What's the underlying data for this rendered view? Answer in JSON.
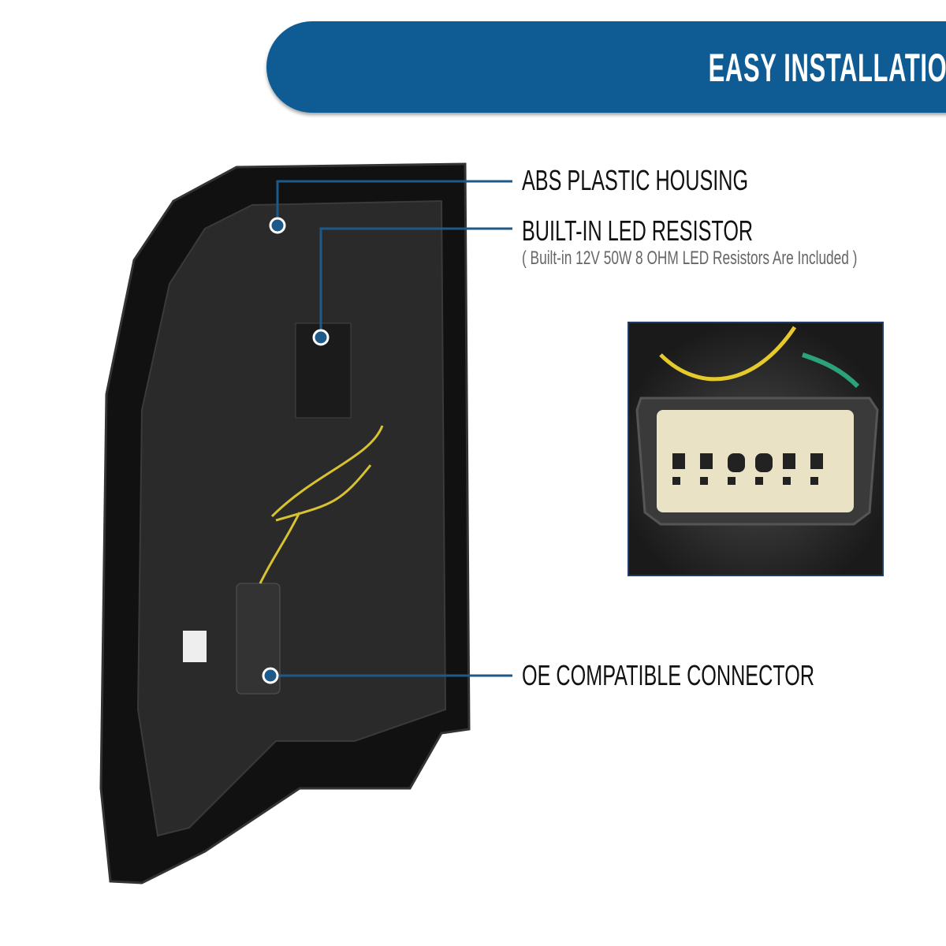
{
  "banner": {
    "title": "EASY INSTALLATION"
  },
  "callouts": [
    {
      "title": "ABS PLASTIC HOUSING"
    },
    {
      "title": "BUILT-IN LED RESISTOR",
      "subtitle": "( Built-in 12V 50W 8 OHM LED Resistors Are Included )"
    },
    {
      "title": "OE COMPATIBLE CONNECTOR"
    }
  ],
  "colors": {
    "accent": "#0f5c94",
    "line": "#1d5a8a"
  }
}
